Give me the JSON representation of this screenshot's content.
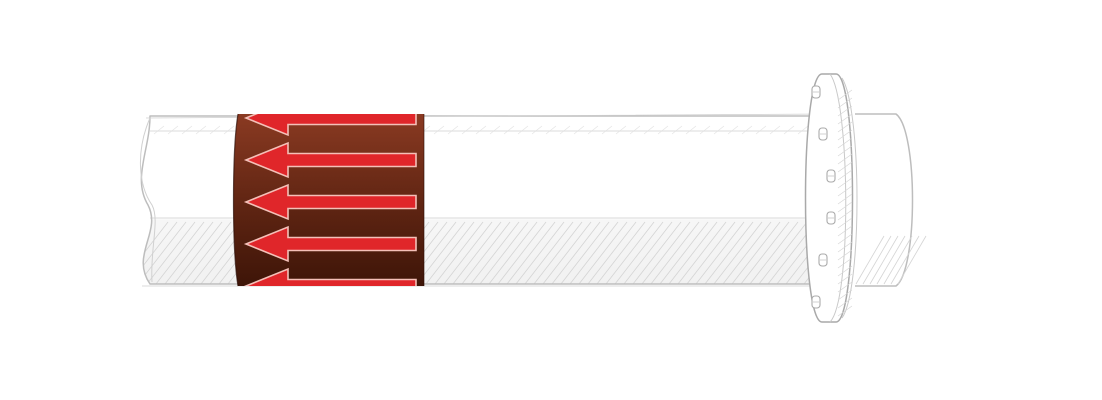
{
  "illustration": {
    "subject": "pipe-with-flow-direction-band",
    "flow_direction": "left",
    "arrow_count": 5,
    "flange_bolt_count": 6,
    "colors": {
      "pipe_outline": "#bdbdbd",
      "pipe_hatch": "#d4d4d4",
      "band_top": "#8a3a22",
      "band_bottom": "#3e1508",
      "arrow_fill": "#e0262a",
      "arrow_outline": "#f4c0b8",
      "flange_outline": "#a9a9a9"
    }
  }
}
